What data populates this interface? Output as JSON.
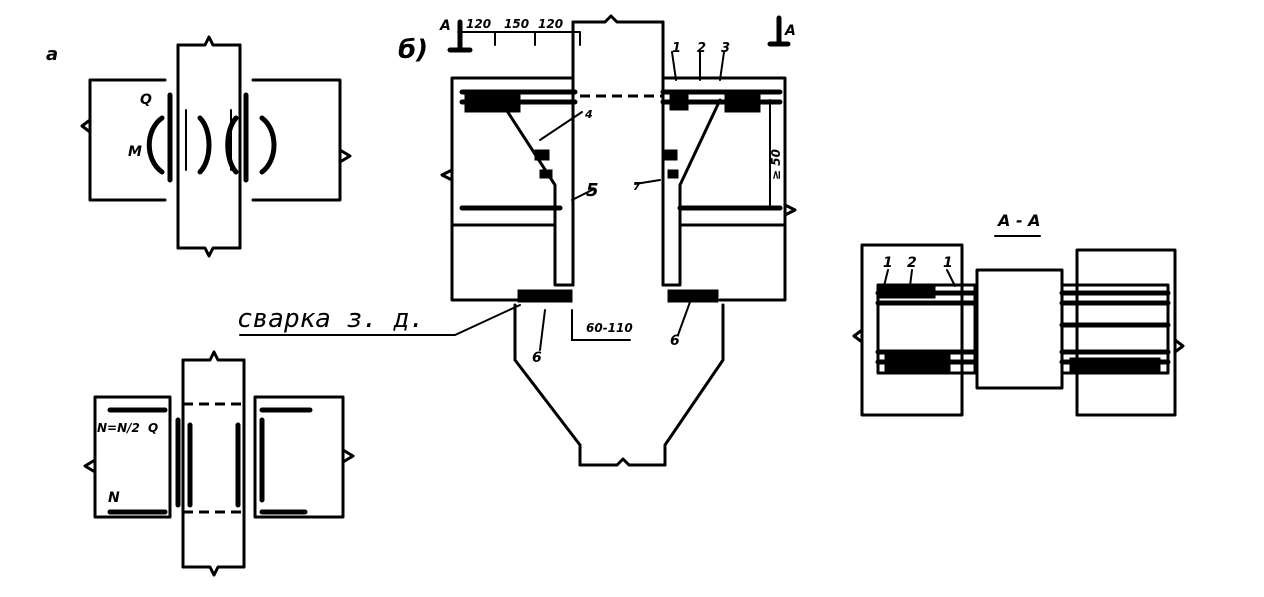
{
  "fig_a": {
    "label": "а",
    "top": {
      "q": "Q",
      "m": "M"
    },
    "bottom": {
      "force": "N=N/2",
      "q": "Q",
      "n": "N"
    }
  },
  "fig_b": {
    "label": "б)",
    "section_mark": "A",
    "dims": {
      "d1": "120",
      "d2": "150",
      "d3": "120",
      "gap": "60-110",
      "height": "≥ 50"
    },
    "parts": {
      "p1": "1",
      "p2": "2",
      "p3": "3",
      "p4": "4",
      "p5": "5",
      "p6": "6",
      "p6b": "6",
      "p7": "7"
    },
    "weld_note": "сварка з. д."
  },
  "section_aa": {
    "title": "А - А",
    "labels": {
      "l1": "1",
      "l2": "2",
      "l3": "1"
    }
  }
}
